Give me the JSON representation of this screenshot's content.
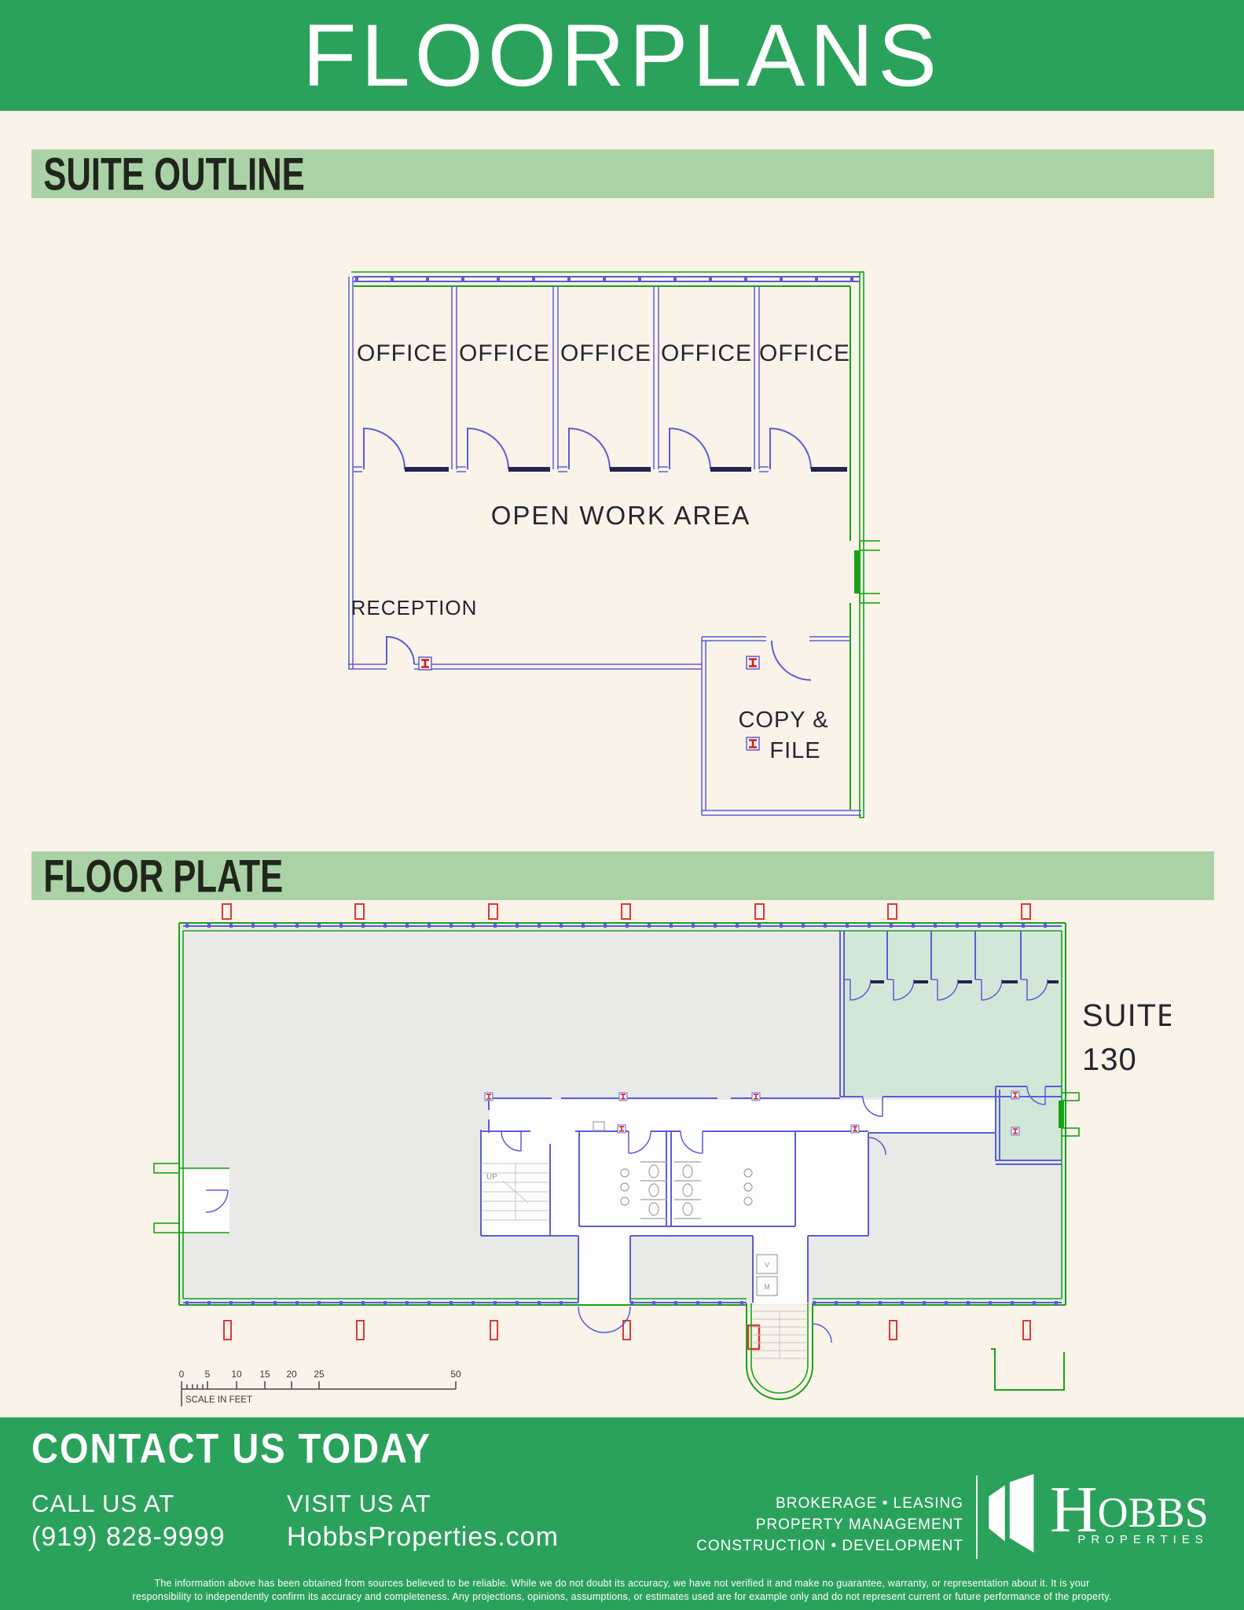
{
  "colors": {
    "green": "#2ba25c",
    "light_green": "#abd2a6",
    "cream": "#faf3e9",
    "ink": "#20261c",
    "cad_blue": "#5c5cd6",
    "cad_green": "#17a317",
    "cad_red": "#d93a3a",
    "plan_gray": "#e9eae8",
    "suite_highlight": "#d3e7d8"
  },
  "header": {
    "title": "FLOORPLANS"
  },
  "sections": {
    "suite_outline": "SUITE OUTLINE",
    "floor_plate": "FLOOR PLATE"
  },
  "suite_plan": {
    "offices": [
      "OFFICE",
      "OFFICE",
      "OFFICE",
      "OFFICE",
      "OFFICE"
    ],
    "open_work_area": "OPEN WORK AREA",
    "reception": "RECEPTION",
    "copy_file_line1": "COPY &",
    "copy_file_line2": "FILE"
  },
  "floor_plate": {
    "suite_label_line1": "SUITE",
    "suite_label_line2": "130",
    "stairs_up": "UP",
    "elevators": [
      "V",
      "M"
    ],
    "scale_ticks": [
      "0",
      "5",
      "10",
      "15",
      "20",
      "25",
      "50"
    ],
    "scale_caption": "SCALE IN FEET"
  },
  "footer": {
    "heading": "CONTACT US TODAY",
    "call": {
      "label": "CALL US AT",
      "value": "(919) 828-9999"
    },
    "visit": {
      "label": "VISIT US AT",
      "value": "HobbsProperties.com"
    },
    "services": [
      "BROKERAGE • LEASING",
      "PROPERTY MANAGEMENT",
      "CONSTRUCTION • DEVELOPMENT"
    ],
    "brand": {
      "name_first": "H",
      "name_rest": "OBBS",
      "sub": "PROPERTIES"
    },
    "disclaimer_line1": "The information above has been obtained from sources believed to be reliable. While we do not doubt its accuracy, we have not verified it and make no guarantee, warranty, or representation about it. It is your",
    "disclaimer_line2": "responsibility to independently confirm its accuracy and completeness. Any projections, opinions, assumptions, or estimates used are for example only and do not represent current or future performance of the property."
  }
}
